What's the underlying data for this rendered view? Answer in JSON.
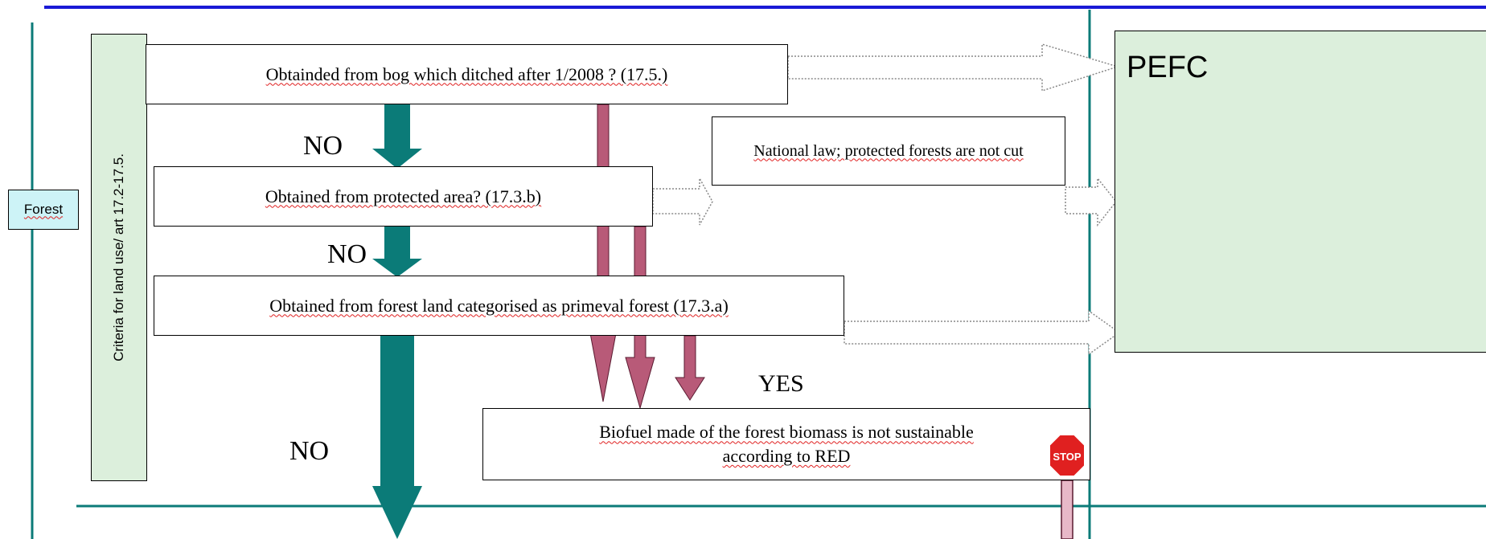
{
  "forest_label": "Forest",
  "criteria_label": "Criteria for land use/ art 17.2-17.5.",
  "boxes": {
    "bog": "Obtainded from bog which ditched after 1/2008 ? (17.5.)",
    "protected": "Obtained from protected area? (17.3.b)",
    "primeval": "Obtained from forest land categorised as primeval forest (17.3.a)",
    "national_law": "National law; protected forests are not cut",
    "not_sustainable": "Biofuel made of the forest biomass is not sustainable according to RED",
    "pefc": "PEFC"
  },
  "labels": {
    "no1": "NO",
    "no2": "NO",
    "no3": "NO",
    "yes": "YES"
  },
  "stop_sign": "STOP",
  "colors": {
    "teal": "#0b7b78",
    "blue": "#1a1ad6",
    "maroon": "#b85a78",
    "green_fill": "#dcefdc",
    "forest_fill": "#cdf3f7"
  }
}
